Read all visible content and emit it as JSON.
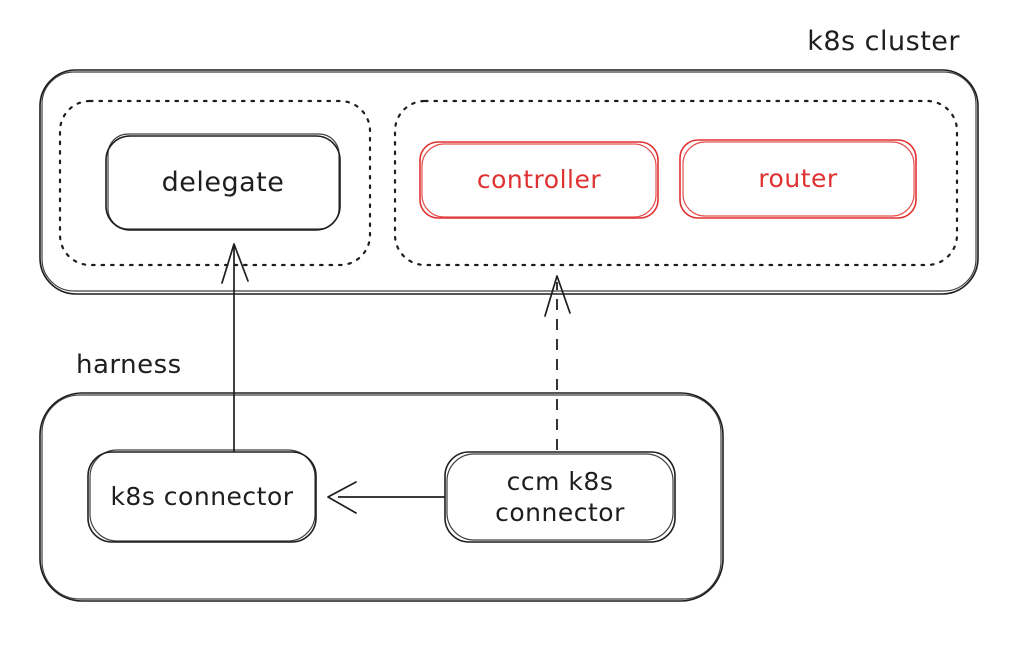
{
  "colors": {
    "stroke_black": "#1e1e1e",
    "accent_red": "#e03131",
    "canvas_background": "#ffffff"
  },
  "labels": {
    "cluster": "k8s cluster",
    "harness": "harness"
  },
  "nodes": {
    "delegate": {
      "label": "delegate",
      "color": "#1e1e1e"
    },
    "controller": {
      "label": "controller",
      "color": "#e03131"
    },
    "router": {
      "label": "router",
      "color": "#e03131"
    },
    "k8s_connector": {
      "label": "k8s connector",
      "color": "#1e1e1e"
    },
    "ccm_k8s_connector": {
      "label": "ccm k8s connector",
      "color": "#1e1e1e"
    }
  },
  "groups": {
    "cluster": {
      "label": "k8s cluster",
      "border": "solid",
      "contains": [
        "delegate_group",
        "workload_group"
      ]
    },
    "delegate_group": {
      "border": "dotted",
      "contains": [
        "delegate"
      ]
    },
    "workload_group": {
      "border": "dotted",
      "contains": [
        "controller",
        "router"
      ]
    },
    "harness": {
      "label": "harness",
      "border": "solid",
      "contains": [
        "k8s_connector",
        "ccm_k8s_connector"
      ]
    }
  },
  "edges": [
    {
      "from": "k8s connector",
      "to": "delegate",
      "line": "solid",
      "arrowhead": "open"
    },
    {
      "from": "ccm k8s connector",
      "to": "controller/router group",
      "line": "dashed",
      "arrowhead": "open"
    },
    {
      "from": "ccm k8s connector",
      "to": "k8s connector",
      "line": "solid",
      "arrowhead": "open"
    }
  ]
}
